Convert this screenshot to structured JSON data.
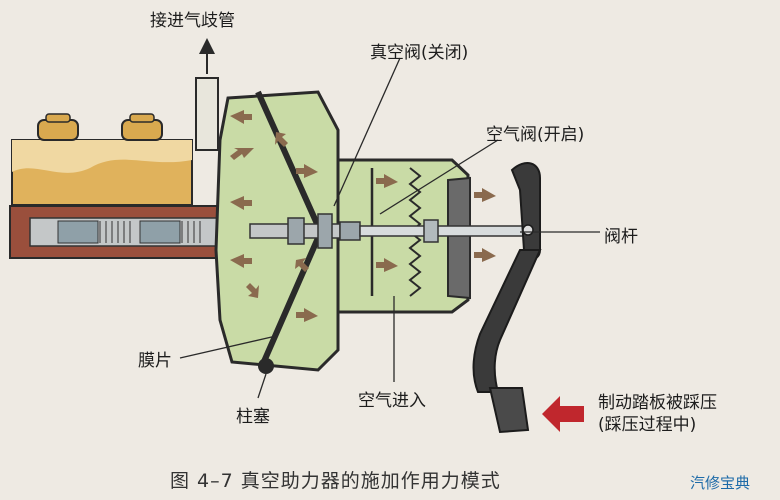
{
  "labels": {
    "intake": "接进气歧管",
    "vacuum_valve": "真空阀(关闭)",
    "air_valve": "空气阀(开启)",
    "valve_rod": "阀杆",
    "diaphragm": "膜片",
    "plunger": "柱塞",
    "air_in": "空气进入",
    "pedal_line1": "制动踏板被踩压",
    "pedal_line2": "(踩压过程中)"
  },
  "caption": "图 4–7   真空助力器的施加作用力模式",
  "watermark": "汽修宝典",
  "colors": {
    "background": "#eeeae3",
    "booster_fill": "#c9dba6",
    "reservoir_fill": "#e0b25c",
    "cylinder_fill": "#9a4f3c",
    "arrow_fill": "#8a6a4e",
    "pedal_arrow": "#c0272d",
    "pedal": "#3a3a3a",
    "outline": "#2a2a2a"
  }
}
